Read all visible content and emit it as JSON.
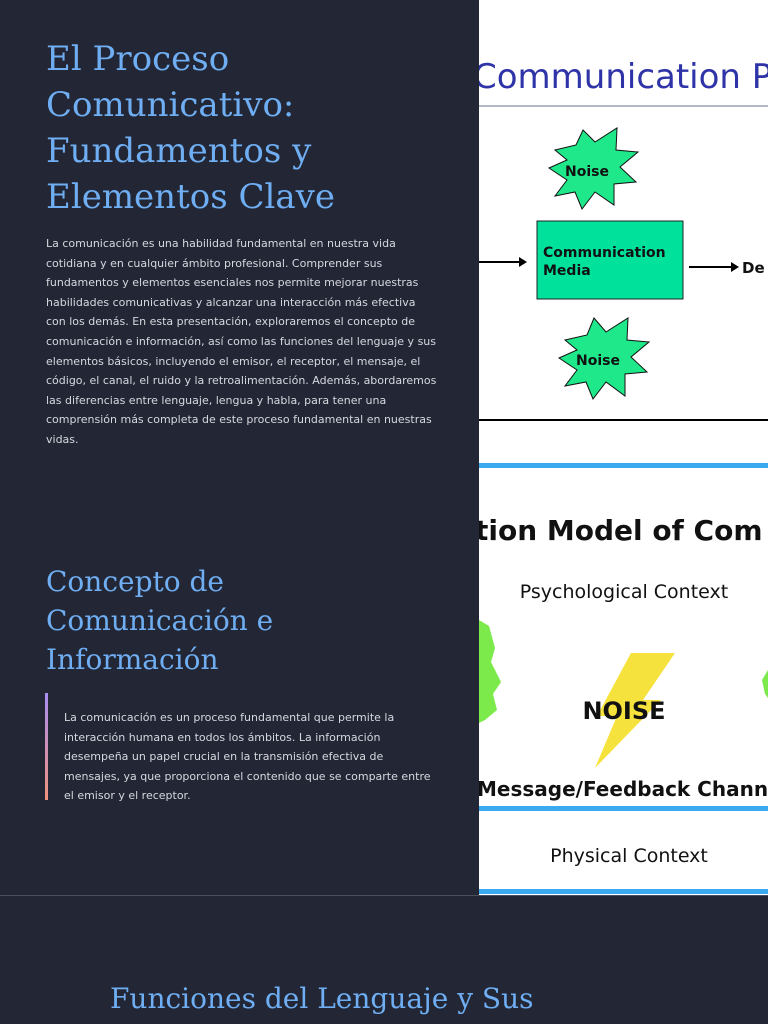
{
  "slide1": {
    "title": "El Proceso Comunicativo: Fundamentos y Elementos Clave",
    "body": "La comunicación es una habilidad fundamental en nuestra vida cotidiana y en cualquier ámbito profesional. Comprender sus fundamentos y elementos esenciales nos permite mejorar nuestras habilidades comunicativas y alcanzar una interacción más efectiva con los demás. En esta presentación, exploraremos el concepto de comunicación e información, así como las funciones del lenguaje y sus elementos básicos, incluyendo el emisor, el receptor, el mensaje, el código, el canal, el ruido y la retroalimentación. Además, abordaremos las diferencias entre lenguaje, lengua y habla, para tener una comprensión más completa de este proceso fundamental en nuestras vidas.",
    "diagram": {
      "header": "Communication Pr",
      "noise_top": "Noise",
      "media": "Communication Media",
      "noise_bottom": "Noise",
      "right_cut": "De"
    }
  },
  "slide2": {
    "title": "Concepto de Comunicación e Información",
    "body": "La comunicación es un proceso fundamental que permite la interacción humana en todos los ámbitos. La información desempeña un papel crucial en la transmisión efectiva de mensajes, ya que proporciona el contenido que se comparte entre el emisor y el receptor.",
    "diagram": {
      "header": "tion Model of Com",
      "psych": "Psychological Context",
      "noise": "NOISE",
      "channel": "Message/Feedback Channe",
      "physical": "Physical Context"
    }
  },
  "slide3": {
    "title": "Funciones del Lenguaje y Sus"
  },
  "colors": {
    "background": "#232735",
    "accent": "#6faef3",
    "media_box": "#00e19c",
    "noise_star": "#1fe88a",
    "bolt": "#f6e23c",
    "rule_blue": "#3aa9f0"
  }
}
